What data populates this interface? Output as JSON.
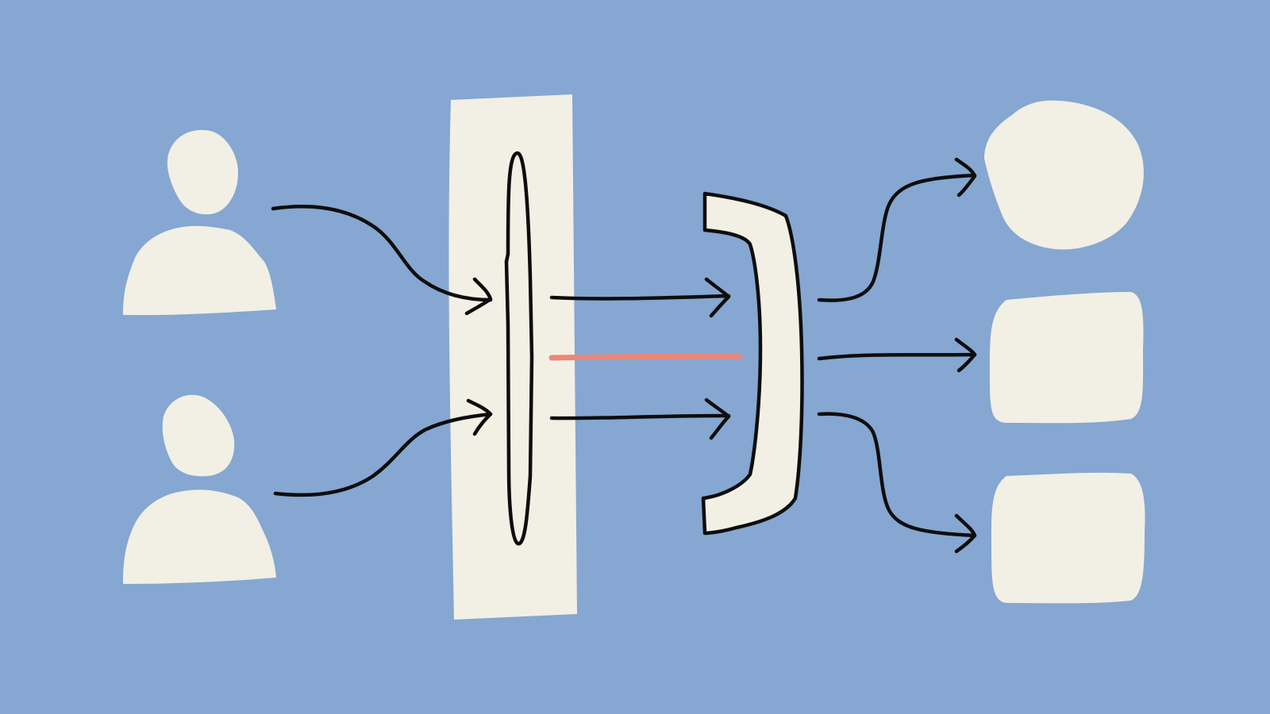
{
  "diagram": {
    "colors": {
      "background": "#85a7d1",
      "paper": "#f2efe5",
      "ink": "#0d0d0d",
      "accent": "#e9877a"
    },
    "nodes": [
      {
        "id": "person-1",
        "shape": "person"
      },
      {
        "id": "person-2",
        "shape": "person"
      },
      {
        "id": "gate-panel",
        "shape": "tall-panel"
      },
      {
        "id": "slit-opening",
        "shape": "narrow-ellipse"
      },
      {
        "id": "bracket-receiver",
        "shape": "bracket"
      },
      {
        "id": "output-circle",
        "shape": "blob-circle"
      },
      {
        "id": "output-box-1",
        "shape": "rounded-square"
      },
      {
        "id": "output-box-2",
        "shape": "rounded-square"
      }
    ],
    "edges": [
      {
        "from": "person-1",
        "to": "slit-opening",
        "style": "curved-arrow"
      },
      {
        "from": "person-2",
        "to": "slit-opening",
        "style": "curved-arrow"
      },
      {
        "from": "gate-panel",
        "to": "bracket-receiver",
        "style": "straight-arrow"
      },
      {
        "from": "gate-panel",
        "to": "bracket-receiver",
        "style": "accent-line"
      },
      {
        "from": "gate-panel",
        "to": "bracket-receiver",
        "style": "straight-arrow"
      },
      {
        "from": "bracket-receiver",
        "to": "output-circle",
        "style": "curved-arrow"
      },
      {
        "from": "bracket-receiver",
        "to": "output-box-1",
        "style": "straight-arrow"
      },
      {
        "from": "bracket-receiver",
        "to": "output-box-2",
        "style": "curved-arrow"
      }
    ]
  }
}
